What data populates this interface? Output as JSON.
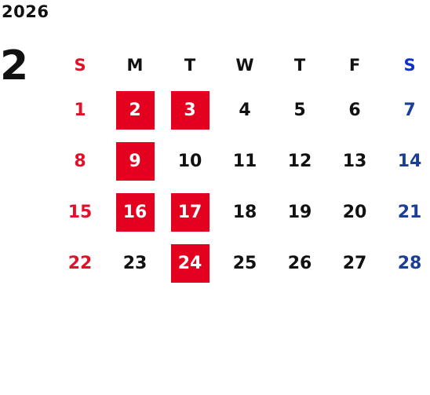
{
  "calendar": {
    "year": "2026",
    "month": "2",
    "weekdays": [
      "S",
      "M",
      "T",
      "W",
      "T",
      "F",
      "S"
    ],
    "weeks": [
      [
        {
          "d": "1",
          "t": "sun"
        },
        {
          "d": "2",
          "t": "hl"
        },
        {
          "d": "3",
          "t": "hl"
        },
        {
          "d": "4",
          "t": ""
        },
        {
          "d": "5",
          "t": ""
        },
        {
          "d": "6",
          "t": ""
        },
        {
          "d": "7",
          "t": "sat"
        }
      ],
      [
        {
          "d": "8",
          "t": "sun"
        },
        {
          "d": "9",
          "t": "hl"
        },
        {
          "d": "10",
          "t": ""
        },
        {
          "d": "11",
          "t": ""
        },
        {
          "d": "12",
          "t": ""
        },
        {
          "d": "13",
          "t": ""
        },
        {
          "d": "14",
          "t": "sat"
        }
      ],
      [
        {
          "d": "15",
          "t": "sun"
        },
        {
          "d": "16",
          "t": "hl"
        },
        {
          "d": "17",
          "t": "hl"
        },
        {
          "d": "18",
          "t": ""
        },
        {
          "d": "19",
          "t": ""
        },
        {
          "d": "20",
          "t": ""
        },
        {
          "d": "21",
          "t": "sat"
        }
      ],
      [
        {
          "d": "22",
          "t": "sun"
        },
        {
          "d": "23",
          "t": ""
        },
        {
          "d": "24",
          "t": "hl"
        },
        {
          "d": "25",
          "t": ""
        },
        {
          "d": "26",
          "t": ""
        },
        {
          "d": "27",
          "t": ""
        },
        {
          "d": "28",
          "t": "sat"
        }
      ]
    ]
  },
  "colors": {
    "sunday": "#e0122b",
    "saturday": "#1c3f96",
    "highlight_bg": "#e4001f",
    "text": "#111111"
  }
}
